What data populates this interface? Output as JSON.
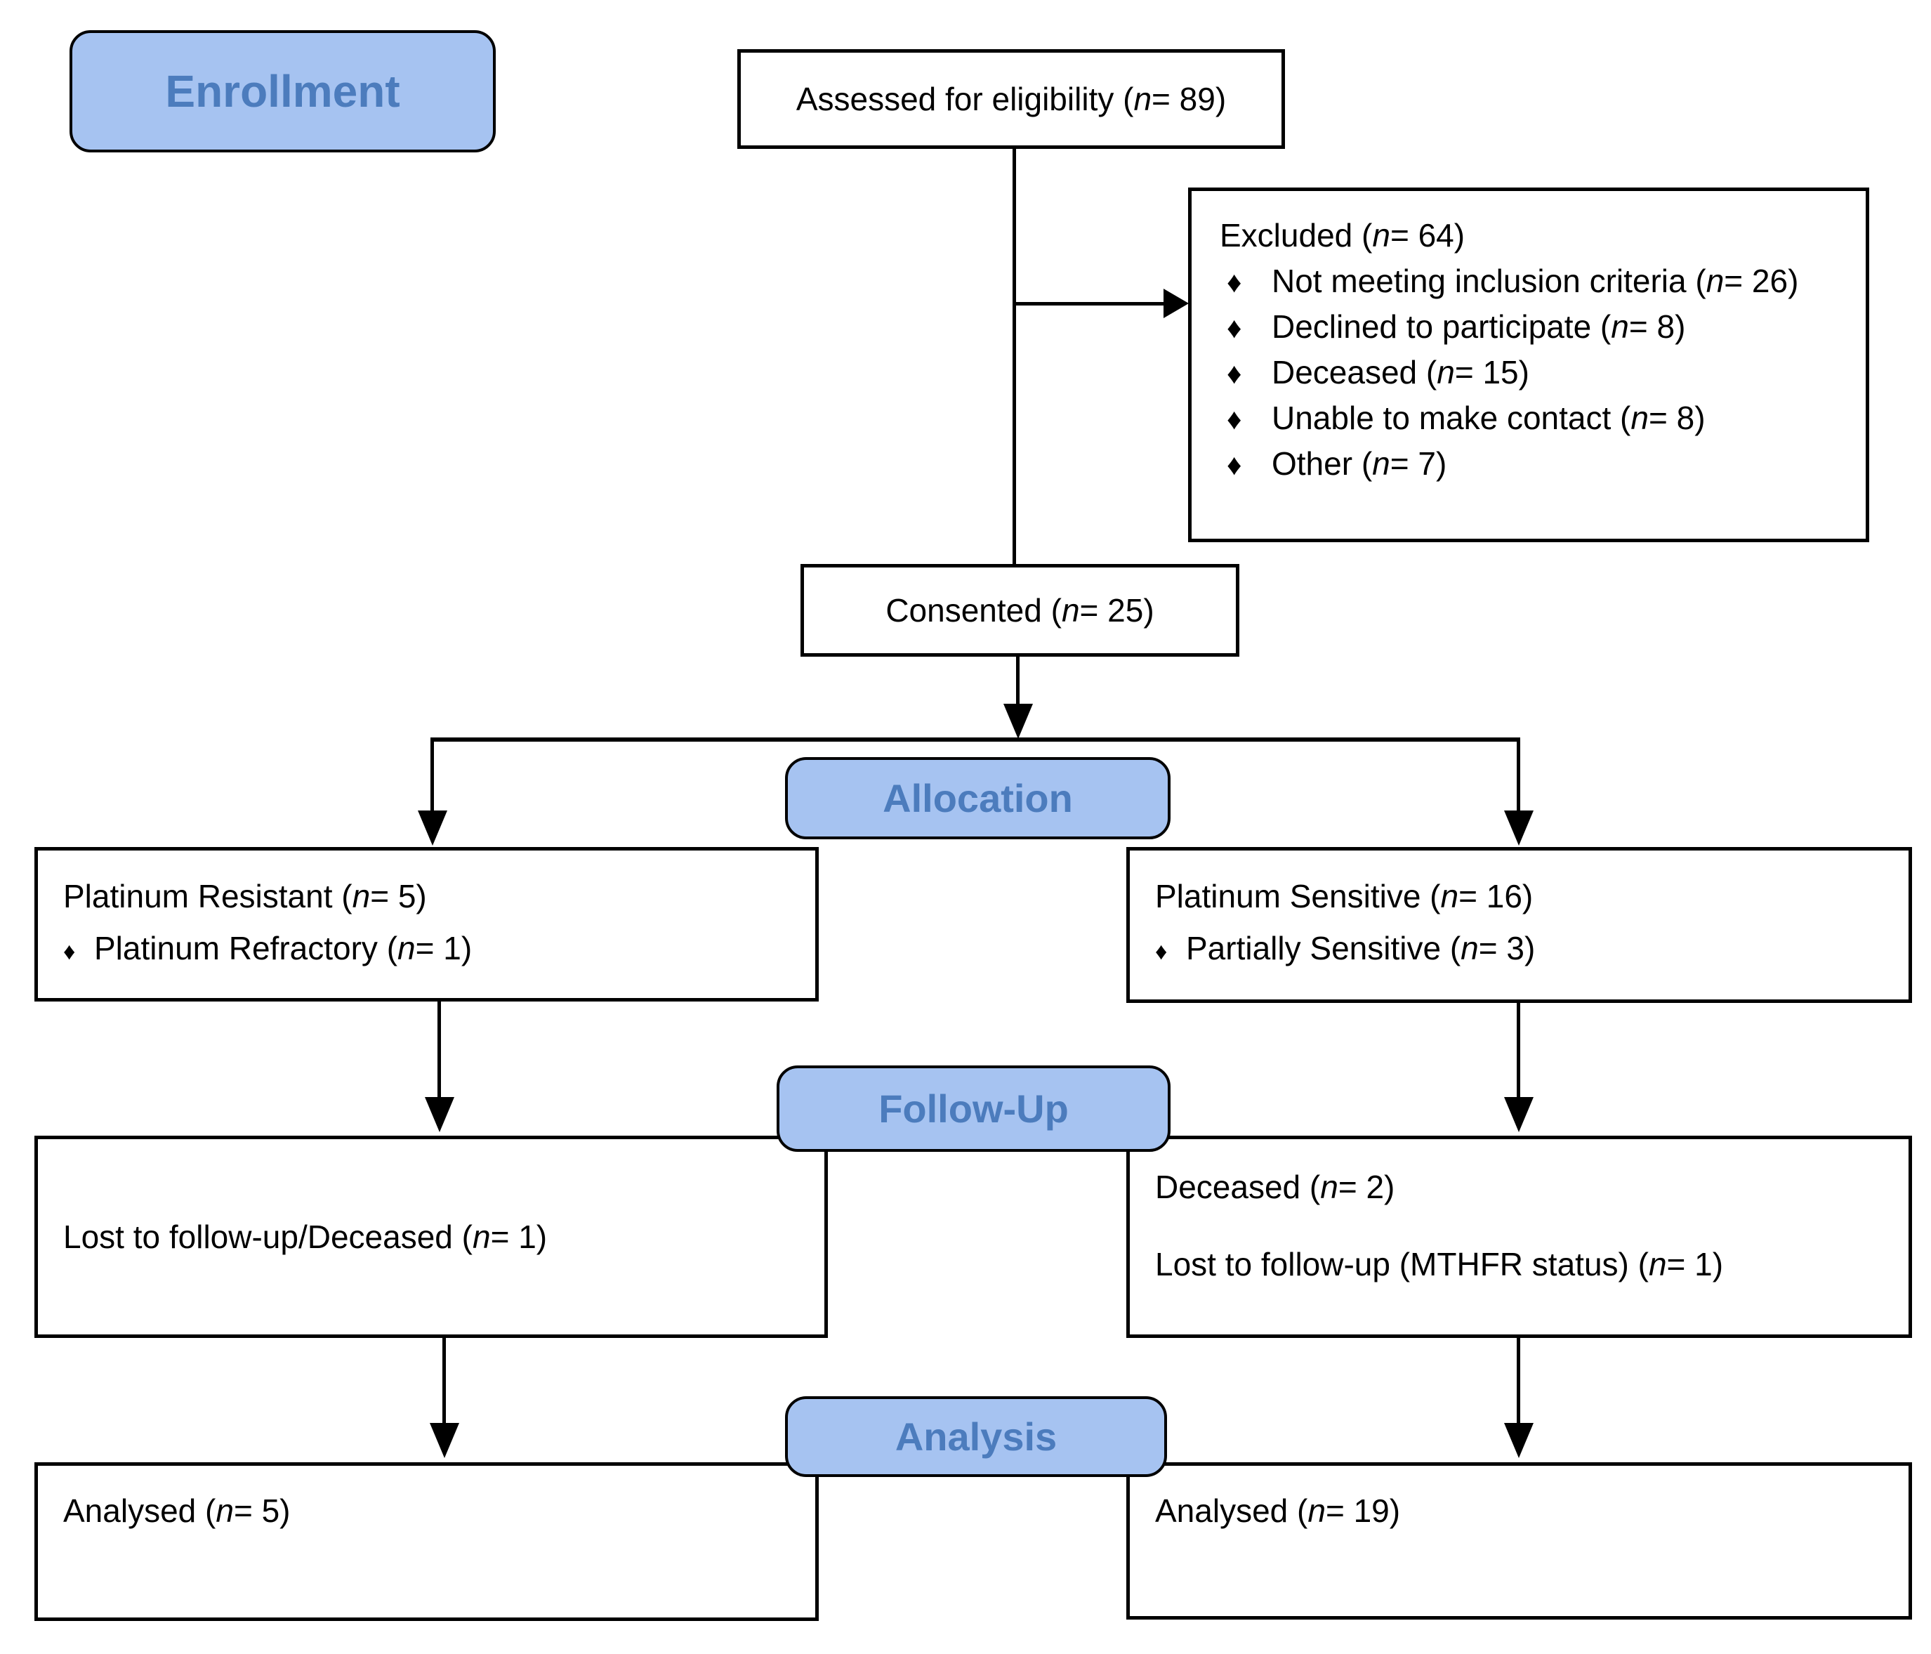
{
  "colors": {
    "pillFill": "#a6c3f1",
    "pillText": "#4c7cbd",
    "ink": "#000000",
    "paper": "#ffffff"
  },
  "glyphs": {
    "bullet": "♦"
  },
  "stages": {
    "enrollment": "Enrollment",
    "allocation": "Allocation",
    "followup": "Follow-Up",
    "analysis": "Analysis"
  },
  "boxes": {
    "assessed": {
      "line": {
        "pre": "Assessed for eligibility (",
        "n": "n",
        "post": "= 89)"
      }
    },
    "excluded": {
      "title": {
        "pre": "Excluded (",
        "n": "n",
        "post": "= 64)"
      },
      "items": [
        {
          "pre": "Not meeting inclusion criteria (",
          "n": "n",
          "post": "= 26)"
        },
        {
          "pre": "Declined to participate (",
          "n": "n",
          "post": "= 8)"
        },
        {
          "pre": "Deceased (",
          "n": "n",
          "post": "= 15)"
        },
        {
          "pre": "Unable to make contact (",
          "n": "n",
          "post": "= 8)"
        },
        {
          "pre": "Other (",
          "n": "n",
          "post": "= 7)"
        }
      ]
    },
    "consented": {
      "line": {
        "pre": "Consented (",
        "n": "n",
        "post": "= 25)"
      }
    },
    "alloc_left": {
      "title": {
        "pre": "Platinum Resistant (",
        "n": "n",
        "post": "= 5)"
      },
      "item": {
        "pre": "Platinum Refractory (",
        "n": "n",
        "post": "= 1)"
      }
    },
    "alloc_right": {
      "title": {
        "pre": "Platinum Sensitive (",
        "n": "n",
        "post": "= 16)"
      },
      "item": {
        "pre": "Partially Sensitive (",
        "n": "n",
        "post": "= 3)"
      }
    },
    "followup_left": {
      "line": {
        "pre": "Lost to follow-up/Deceased (",
        "n": "n",
        "post": "= 1)"
      }
    },
    "followup_right": {
      "line1": {
        "pre": "Deceased (",
        "n": "n",
        "post": "= 2)"
      },
      "line2": {
        "pre": "Lost to follow-up (MTHFR status) (",
        "n": "n",
        "post": "= 1)"
      }
    },
    "analysis_left": {
      "line": {
        "pre": "Analysed (",
        "n": "n",
        "post": "= 5)"
      }
    },
    "analysis_right": {
      "line": {
        "pre": "Analysed (",
        "n": "n",
        "post": "= 19)"
      }
    }
  }
}
